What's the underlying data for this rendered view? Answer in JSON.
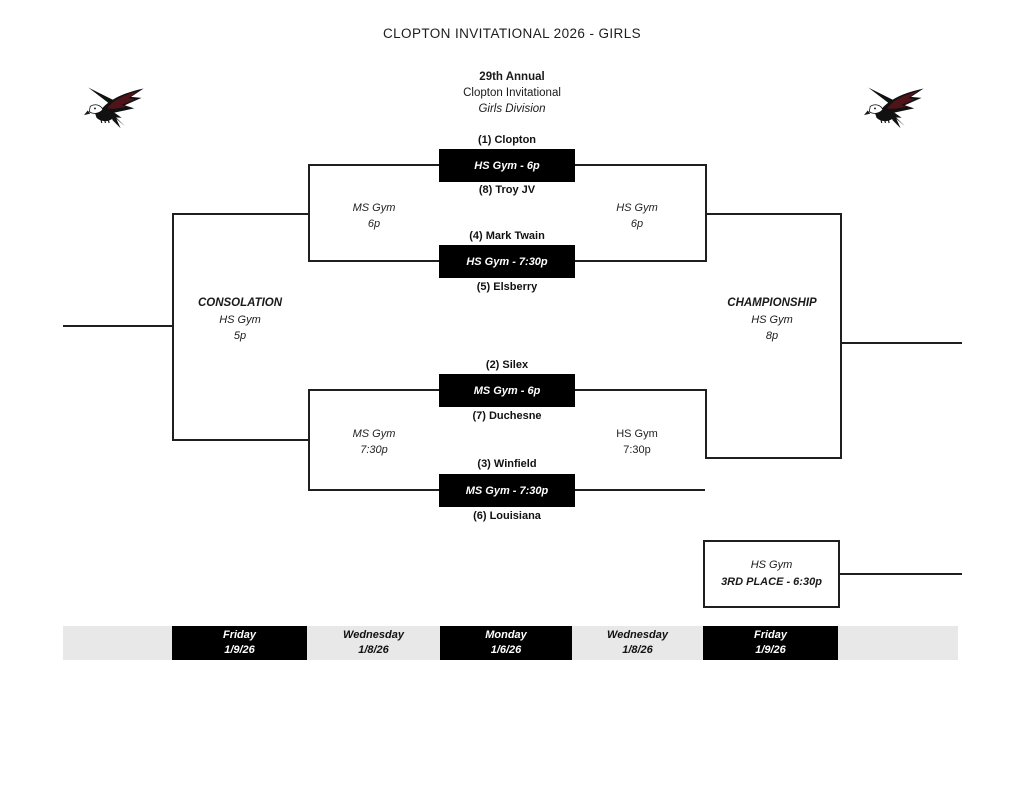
{
  "page_title": "CLOPTON INVITATIONAL 2026 - GIRLS",
  "event_header": {
    "annual": "29th Annual",
    "name": "Clopton Invitational",
    "division": "Girls Division"
  },
  "logos": {
    "left": "eagle-mascot",
    "right": "eagle-mascot"
  },
  "first_round": [
    {
      "top_team": "(1) Clopton",
      "game_box": "HS Gym - 6p",
      "bottom_team": "(8) Troy JV"
    },
    {
      "top_team": "(4) Mark Twain",
      "game_box": "HS Gym - 7:30p",
      "bottom_team": "(5) Elsberry"
    },
    {
      "top_team": "(2) Silex",
      "game_box": "MS Gym - 6p",
      "bottom_team": "(7) Duchesne"
    },
    {
      "top_team": "(3) Winfield",
      "game_box": "MS Gym - 7:30p",
      "bottom_team": "(6) Louisiana"
    }
  ],
  "semifinal_labels": [
    {
      "venue": "MS Gym",
      "time": "6p"
    },
    {
      "venue": "HS Gym",
      "time": "6p"
    },
    {
      "venue": "MS Gym",
      "time": "7:30p"
    },
    {
      "venue": "HS Gym",
      "time": "7:30p"
    }
  ],
  "finals": {
    "consolation": {
      "title": "CONSOLATION",
      "venue": "HS Gym",
      "time": "5p"
    },
    "championship": {
      "title": "CHAMPIONSHIP",
      "venue": "HS Gym",
      "time": "8p"
    },
    "third_place": {
      "venue": "HS Gym",
      "title": "3RD PLACE - 6:30p"
    }
  },
  "date_bar": [
    {
      "day": "Friday",
      "date": "1/9/26",
      "variant": "black"
    },
    {
      "day": "Wednesday",
      "date": "1/8/26",
      "variant": "gray"
    },
    {
      "day": "Monday",
      "date": "1/6/26",
      "variant": "black"
    },
    {
      "day": "Wednesday",
      "date": "1/8/26",
      "variant": "gray"
    },
    {
      "day": "Friday",
      "date": "1/9/26",
      "variant": "black"
    }
  ],
  "colors": {
    "game_box_black": "#000000",
    "bar_gray": "#e8e8e8",
    "line": "#1f1f1f",
    "logo_black": "#111111",
    "logo_maroon": "#4f141a"
  }
}
